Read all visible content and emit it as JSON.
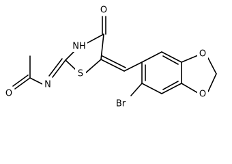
{
  "atoms": {
    "carbonyl_oxygen": "O",
    "ring_nh": "NH",
    "thiazolidine_sulfur": "S",
    "imine_nitrogen": "N",
    "acetyl_oxygen": "O",
    "bromine": "Br",
    "dioxole_oxygen_upper": "O",
    "dioxole_oxygen_lower": "O"
  },
  "colors": {
    "bond": "#000000",
    "label": "#000000",
    "background": "#ffffff"
  }
}
